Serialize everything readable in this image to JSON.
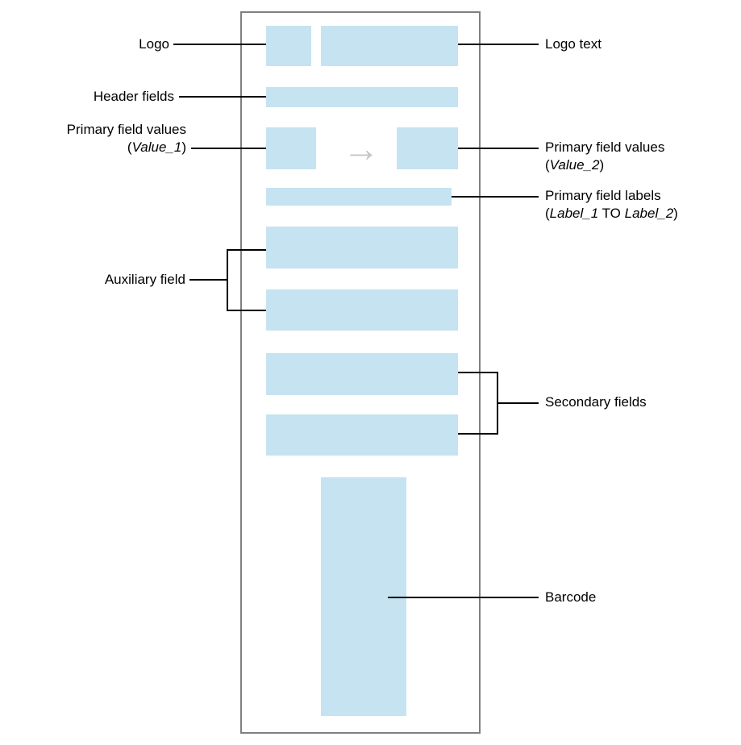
{
  "diagram": {
    "arrow_glyph": "→",
    "colors": {
      "field_fill": "#c5e3f1",
      "pass_border": "#808080",
      "callout_line": "#000000",
      "arrow": "#c6c6c6"
    }
  },
  "labels": {
    "logo": "Logo",
    "logo_text": "Logo text",
    "header_fields": "Header fields",
    "primary_values_left": {
      "line1": "Primary field values",
      "open": "(",
      "italic": "Value_1",
      "close": ")"
    },
    "primary_values_right": {
      "line1": "Primary field values",
      "open": "(",
      "italic": "Value_2",
      "close": ")"
    },
    "primary_labels": {
      "line1": "Primary field labels",
      "open": "(",
      "italic1": "Label_1",
      "mid": " TO ",
      "italic2": "Label_2",
      "close": ")"
    },
    "auxiliary": "Auxiliary field",
    "secondary": "Secondary fields",
    "barcode": "Barcode"
  }
}
